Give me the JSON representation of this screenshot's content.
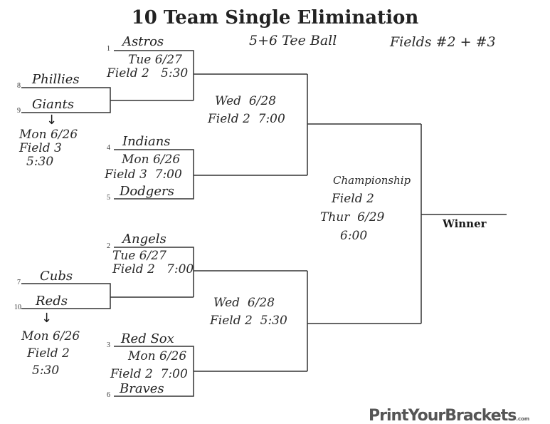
{
  "title": "10 Team Single Elimination",
  "subtitle": {
    "division": "5+6  Tee Ball",
    "fields": "Fields #2 + #3"
  },
  "teams": [
    {
      "seed": "1",
      "name": "Astros"
    },
    {
      "seed": "8",
      "name": "Phillies"
    },
    {
      "seed": "9",
      "name": "Giants"
    },
    {
      "seed": "4",
      "name": "Indians"
    },
    {
      "seed": "5",
      "name": "Dodgers"
    },
    {
      "seed": "2",
      "name": "Angels"
    },
    {
      "seed": "7",
      "name": "Cubs"
    },
    {
      "seed": "10",
      "name": "Reds"
    },
    {
      "seed": "3",
      "name": "Red Sox"
    },
    {
      "seed": "6",
      "name": "Braves"
    }
  ],
  "games": {
    "g89": {
      "day": "Mon 6/26",
      "field": "Field 3",
      "time": "5:30"
    },
    "g710": {
      "day": "Mon 6/26",
      "field": "Field 2",
      "time": "5:30"
    },
    "g1": {
      "day": "Tue 6/27",
      "fieldtime": "Field 2   5:30"
    },
    "g45": {
      "day": "Mon 6/26",
      "fieldtime": "Field 3  7:00"
    },
    "g2": {
      "day": "Tue 6/27",
      "fieldtime": "Field 2   7:00"
    },
    "g36": {
      "day": "Mon 6/26",
      "fieldtime": "Field 2  7:00"
    },
    "semi1": {
      "day": "Wed  6/28",
      "fieldtime": "Field 2  7:00"
    },
    "semi2": {
      "day": "Wed  6/28",
      "fieldtime": "Field 2  5:30"
    },
    "final": {
      "label": "Championship",
      "field": "Field 2",
      "day": "Thur  6/29",
      "time": "6:00"
    }
  },
  "winner_label": "Winner",
  "logo": {
    "text": "PrintYourBrackets",
    "suffix": ".com"
  },
  "arrow": "↓"
}
